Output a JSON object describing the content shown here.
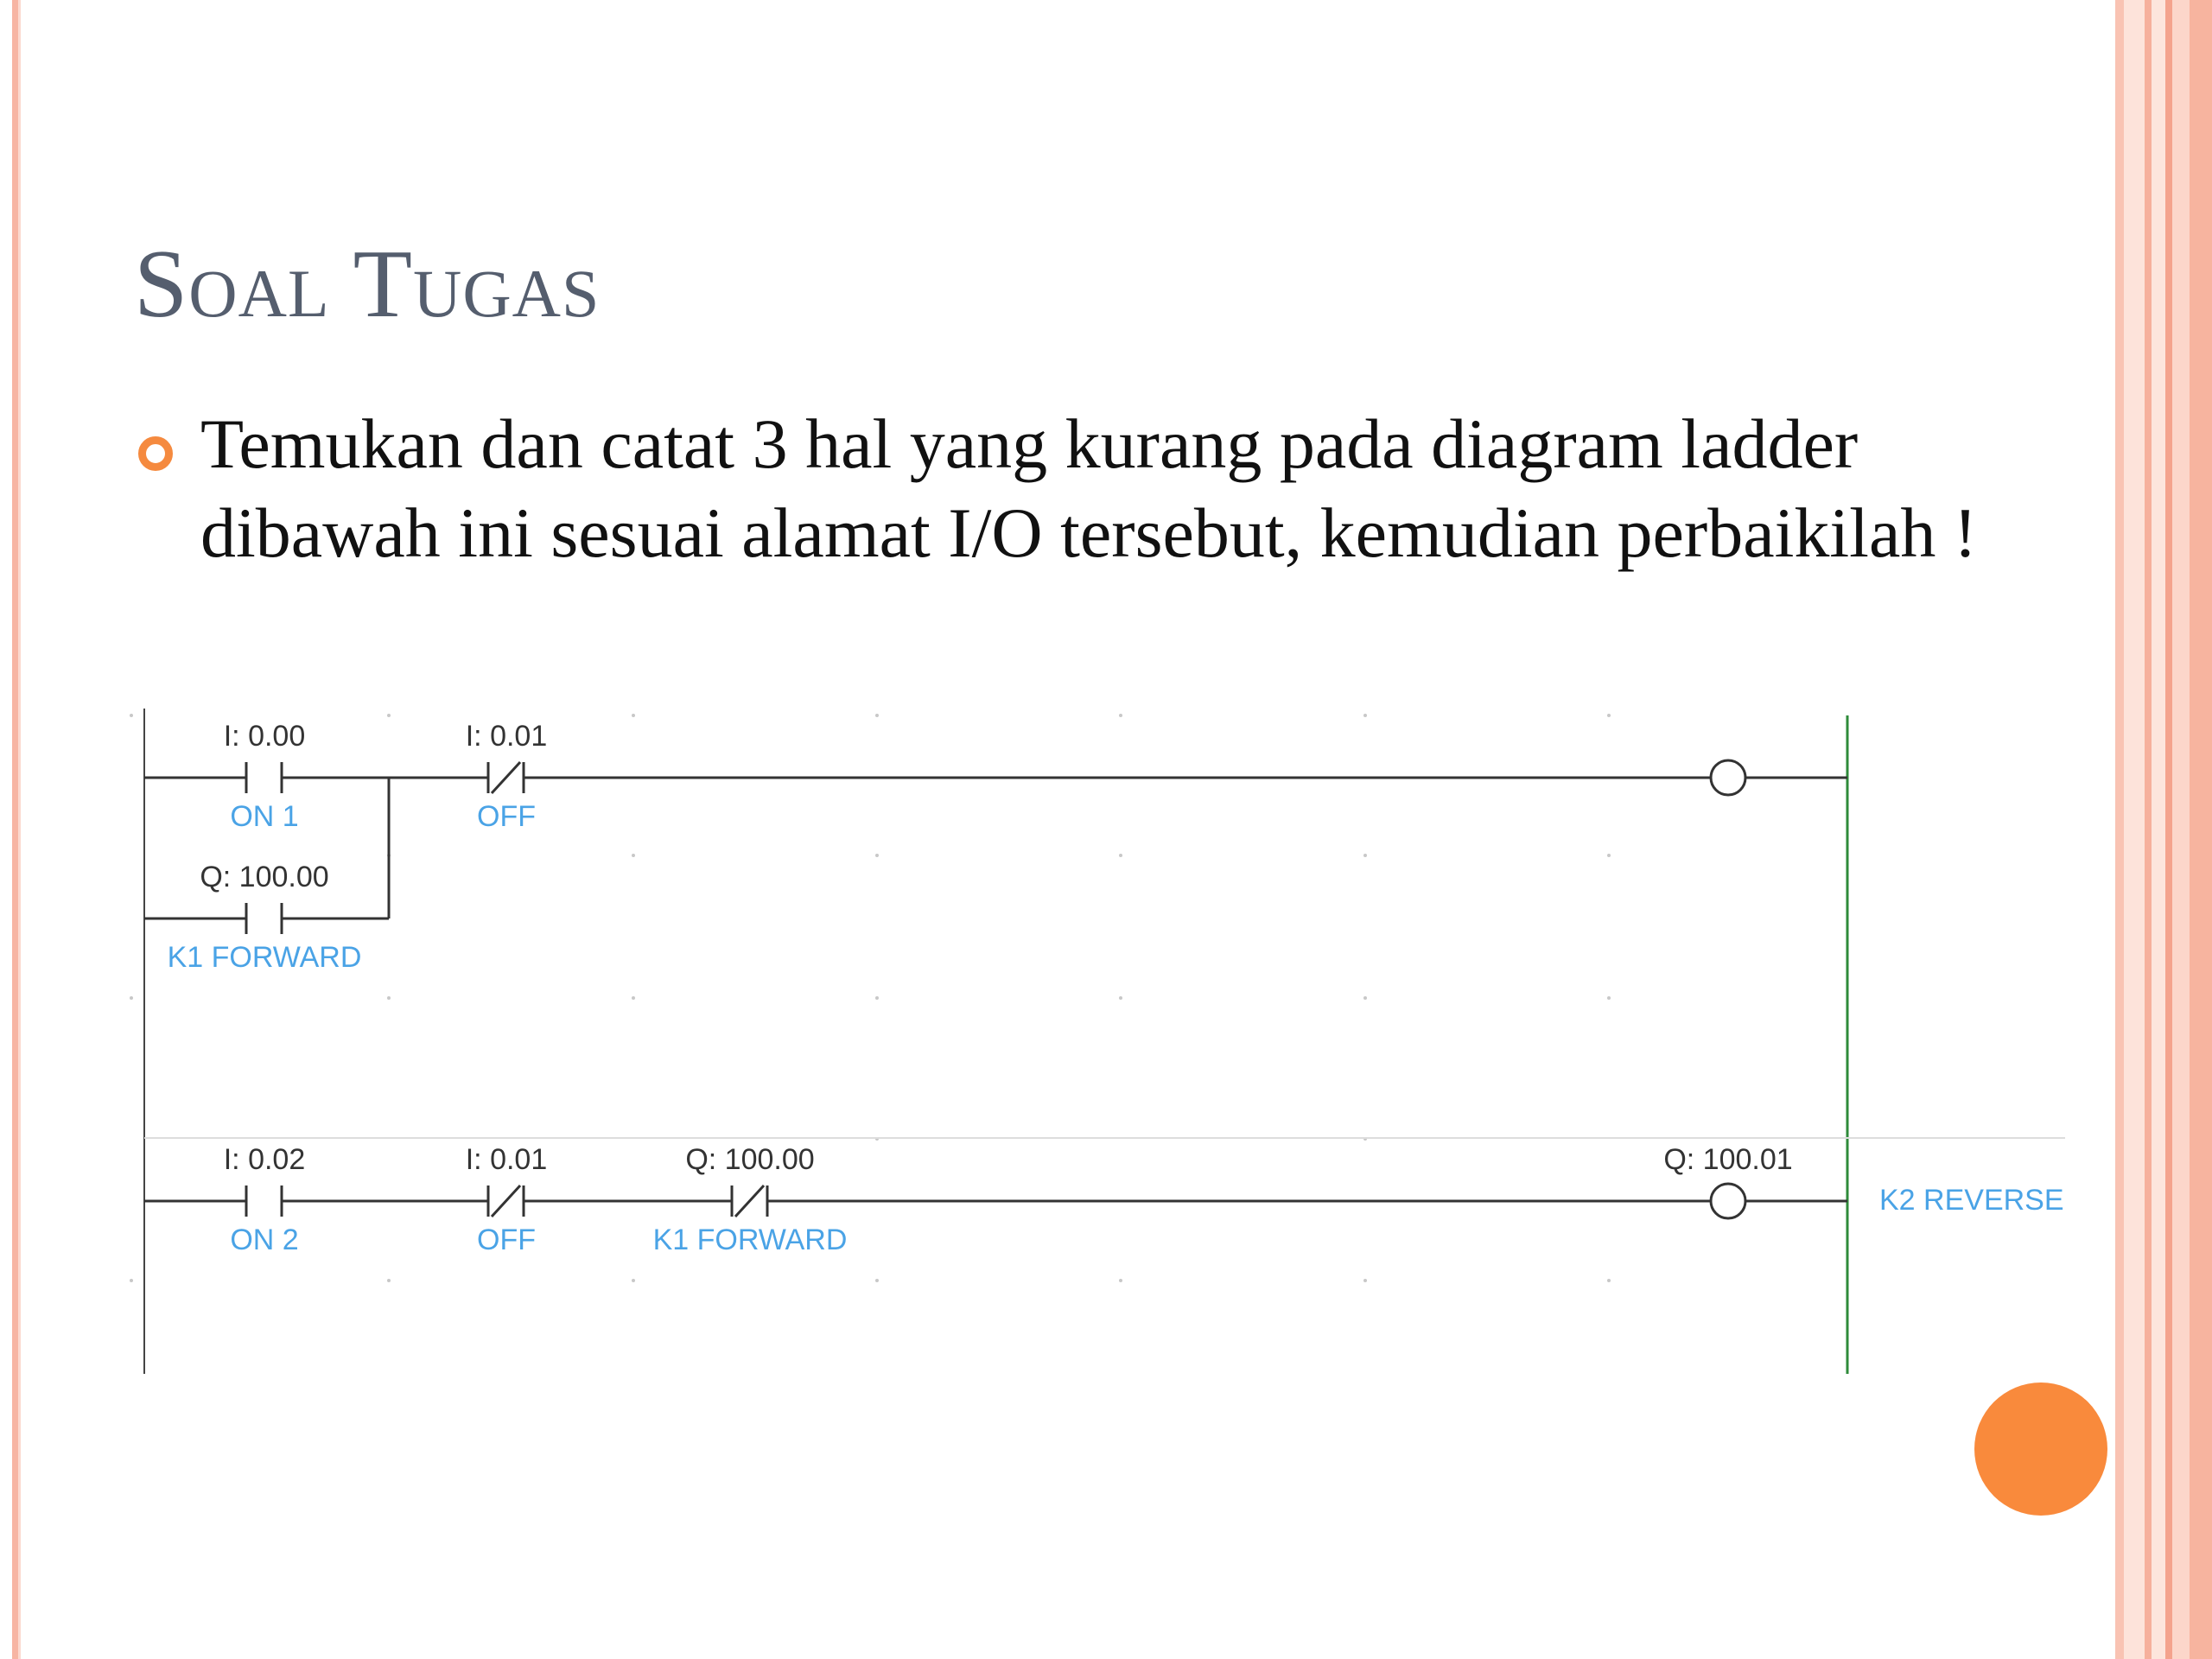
{
  "slide": {
    "title": "Soal Tugas",
    "bullet_text": "Temukan dan catat 3 hal yang kurang pada diagram ladder dibawah ini sesuai alamat I/O tersebut, kemudian perbaikilah !"
  },
  "ladder": {
    "rung1": {
      "contact_on": {
        "address": "I: 0.00",
        "name": "ON 1",
        "type": "normally-open"
      },
      "contact_off": {
        "address": "I: 0.01",
        "name": "OFF",
        "type": "normally-closed"
      },
      "contact_latch": {
        "address": "Q: 100.00",
        "name": "K1 FORWARD",
        "type": "normally-open"
      },
      "coil": {
        "address": "",
        "name": ""
      }
    },
    "rung2": {
      "contact_on": {
        "address": "I: 0.02",
        "name": "ON 2",
        "type": "normally-open"
      },
      "contact_off": {
        "address": "I: 0.01",
        "name": "OFF",
        "type": "normally-closed"
      },
      "contact_interlock": {
        "address": "Q: 100.00",
        "name": "K1 FORWARD",
        "type": "normally-closed"
      },
      "coil": {
        "address": "Q: 100.01",
        "name": "K2 REVERSE"
      }
    },
    "colors": {
      "wire": "#333333",
      "description": "#4aa3e6",
      "right_rail": "#2e8b3a",
      "grid_dot": "#c8c8c8"
    }
  },
  "decoration": {
    "accent_color": "#f98a3c",
    "border_color": "#f7b5a3",
    "icon": "circle-bullet-icon"
  }
}
